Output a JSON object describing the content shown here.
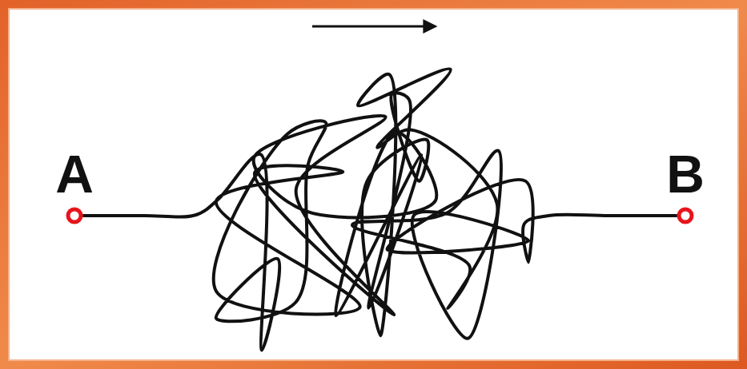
{
  "diagram": {
    "nodes": [
      {
        "text": [
          "A"
        ]
      },
      {
        "text": [
          "B"
        ]
      }
    ],
    "edges": [
      {
        "from": 0,
        "to": 1,
        "arrow": "none"
      }
    ]
  }
}
